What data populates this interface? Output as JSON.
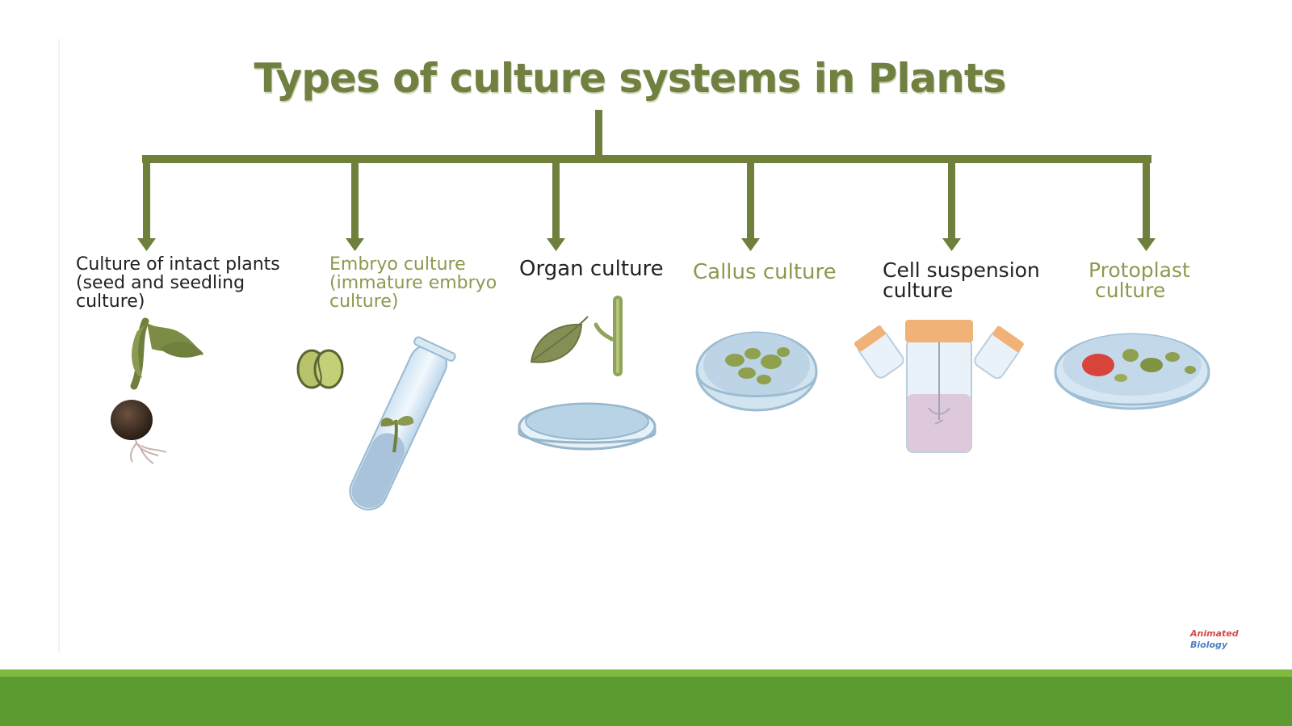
{
  "title": "Types of culture systems in Plants",
  "branches": [
    {
      "id": "intact",
      "lines": [
        "Culture of intact plants",
        "(seed and seedling",
        "culture)"
      ],
      "color": "#222222",
      "icon": "seedling-icon"
    },
    {
      "id": "embryo",
      "lines": [
        "Embryo culture",
        "(immature embryo",
        "culture)"
      ],
      "color": "#8a9a4f",
      "icon": "test-tube-embryo-icon"
    },
    {
      "id": "organ",
      "lines": [
        "Organ culture"
      ],
      "color": "#222222",
      "icon": "leaf-stem-petri-icon"
    },
    {
      "id": "callus",
      "lines": [
        "Callus culture"
      ],
      "color": "#8a9a4f",
      "icon": "callus-petri-icon"
    },
    {
      "id": "cellsusp",
      "lines": [
        "Cell suspension",
        "culture"
      ],
      "color": "#222222",
      "icon": "culture-flask-icon"
    },
    {
      "id": "protoplast",
      "lines": [
        "Protoplast",
        "culture"
      ],
      "color": "#8a9a4f",
      "icon": "protoplast-petri-icon"
    }
  ],
  "logo": {
    "line1": "Animated",
    "line2": "Biology"
  },
  "colors": {
    "tree": "#6f7f3c",
    "accent_green": "#8a9a4f",
    "bar": "#5b9b2f",
    "bar_highlight": "#7dba3f"
  }
}
